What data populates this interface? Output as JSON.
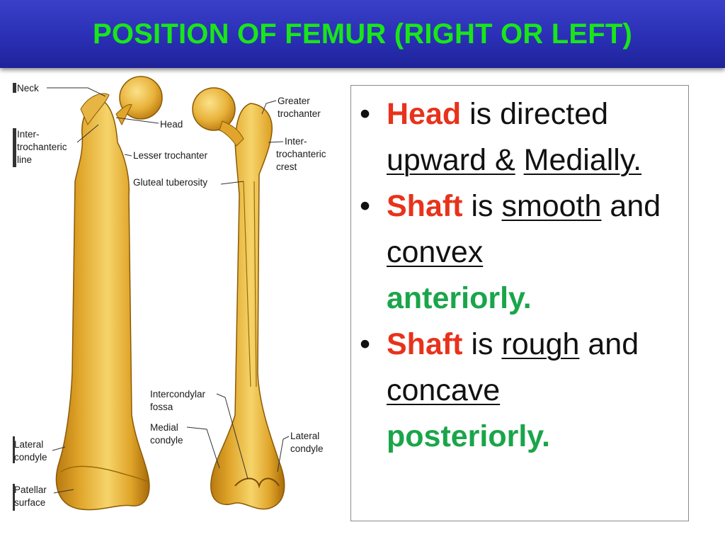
{
  "title": "POSITION OF FEMUR (RIGHT OR LEFT)",
  "figure": {
    "left_labels": {
      "neck": "Neck",
      "head": "Head",
      "intertrochanteric_line": [
        "Inter-",
        "trochanteric",
        "line"
      ],
      "lesser_trochanter": "Lesser trochanter",
      "gluteal_tuberosity": "Gluteal tuberosity",
      "lateral_condyle": [
        "Lateral",
        "condyle"
      ],
      "patellar_surface": [
        "Patellar",
        "surface"
      ]
    },
    "right_labels": {
      "greater_trochanter": [
        "Greater",
        "trochanter"
      ],
      "intertrochanteric_crest": [
        "Inter-",
        "trochanteric",
        "crest"
      ],
      "intercondylar_fossa": [
        "Intercondylar",
        "fossa"
      ],
      "medial_condyle": [
        "Medial",
        "condyle"
      ],
      "lateral_condyle": [
        "Lateral",
        "condyle"
      ]
    },
    "colors": {
      "bone_light": "#f3c95a",
      "bone_mid": "#e0a52a",
      "bone_dark": "#b97a10"
    }
  },
  "bullets": [
    {
      "bullet": "•",
      "keyword": "Head",
      "text1": " is directed ",
      "u1": "upward &",
      "space": " ",
      "u2": "Medially."
    },
    {
      "bullet": "•",
      "keyword": "Shaft",
      "text1": " is ",
      "u1": "smooth",
      "text2": " and ",
      "u2": "convex",
      "emphasis": "anteriorly."
    },
    {
      "bullet": "•",
      "keyword": "Shaft",
      "text1": " is ",
      "u1": "rough",
      "text2": " and ",
      "u2": "concave",
      "emphasis": "posteriorly."
    }
  ],
  "colors": {
    "title_bar": "#2a2fb5",
    "title_text": "#19e619",
    "keyword": "#e8321b",
    "emphasis": "#1aa54a"
  }
}
